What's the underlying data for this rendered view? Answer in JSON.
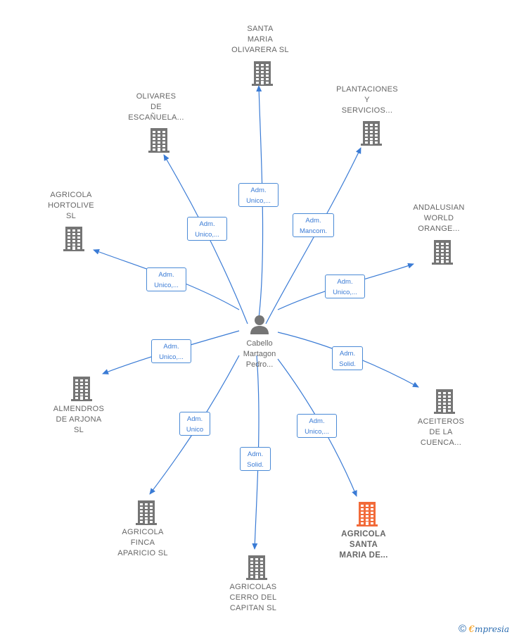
{
  "center": {
    "name_lines": [
      "Cabello",
      "Martagon",
      "Pedro..."
    ]
  },
  "companies": [
    {
      "id": "santa-maria-olivarera",
      "lines": [
        "SANTA",
        "MARIA",
        "OLIVARERA  SL"
      ],
      "role_lines": [
        "Adm.",
        "Unico,..."
      ],
      "highlight": false
    },
    {
      "id": "olivares-de-escanuela",
      "lines": [
        "OLIVARES",
        "DE",
        "ESCAÑUELA..."
      ],
      "role_lines": [
        "Adm.",
        "Unico,..."
      ],
      "highlight": false
    },
    {
      "id": "plantaciones-y-servicios",
      "lines": [
        "PLANTACIONES",
        "Y",
        "SERVICIOS..."
      ],
      "role_lines": [
        "Adm.",
        "Mancom."
      ],
      "highlight": false
    },
    {
      "id": "agricola-hortolive",
      "lines": [
        "AGRICOLA",
        "HORTOLIVE",
        "SL"
      ],
      "role_lines": [
        "Adm.",
        "Unico,..."
      ],
      "highlight": false
    },
    {
      "id": "andalusian-world-orange",
      "lines": [
        "ANDALUSIAN",
        "WORLD",
        "ORANGE..."
      ],
      "role_lines": [
        "Adm.",
        "Unico,..."
      ],
      "highlight": false
    },
    {
      "id": "almendros-de-arjona",
      "lines": [
        "ALMENDROS",
        "DE ARJONA",
        "SL"
      ],
      "role_lines": [
        "Adm.",
        "Unico,..."
      ],
      "highlight": false
    },
    {
      "id": "aceiteros-de-la-cuenca",
      "lines": [
        "ACEITEROS",
        "DE LA",
        "CUENCA..."
      ],
      "role_lines": [
        "Adm.",
        "Solid."
      ],
      "highlight": false
    },
    {
      "id": "agricola-finca-aparicio",
      "lines": [
        "AGRICOLA",
        "FINCA",
        "APARICIO  SL"
      ],
      "role_lines": [
        "Adm.",
        "Unico"
      ],
      "highlight": false
    },
    {
      "id": "agricolas-cerro-del-capitan",
      "lines": [
        "AGRICOLAS",
        "CERRO DEL",
        "CAPITAN  SL"
      ],
      "role_lines": [
        "Adm.",
        "Solid."
      ],
      "highlight": false
    },
    {
      "id": "agricola-santa-maria",
      "lines": [
        "AGRICOLA",
        "SANTA",
        "MARIA DE..."
      ],
      "role_lines": [
        "Adm.",
        "Unico,..."
      ],
      "highlight": true
    }
  ],
  "colors": {
    "edge": "#3a7bd5",
    "building": "#757575",
    "building_highlight": "#f26b3a",
    "person": "#757575"
  },
  "footer": {
    "copyright_symbol": "©",
    "brand_first": "€",
    "brand_rest": "mpresia"
  }
}
